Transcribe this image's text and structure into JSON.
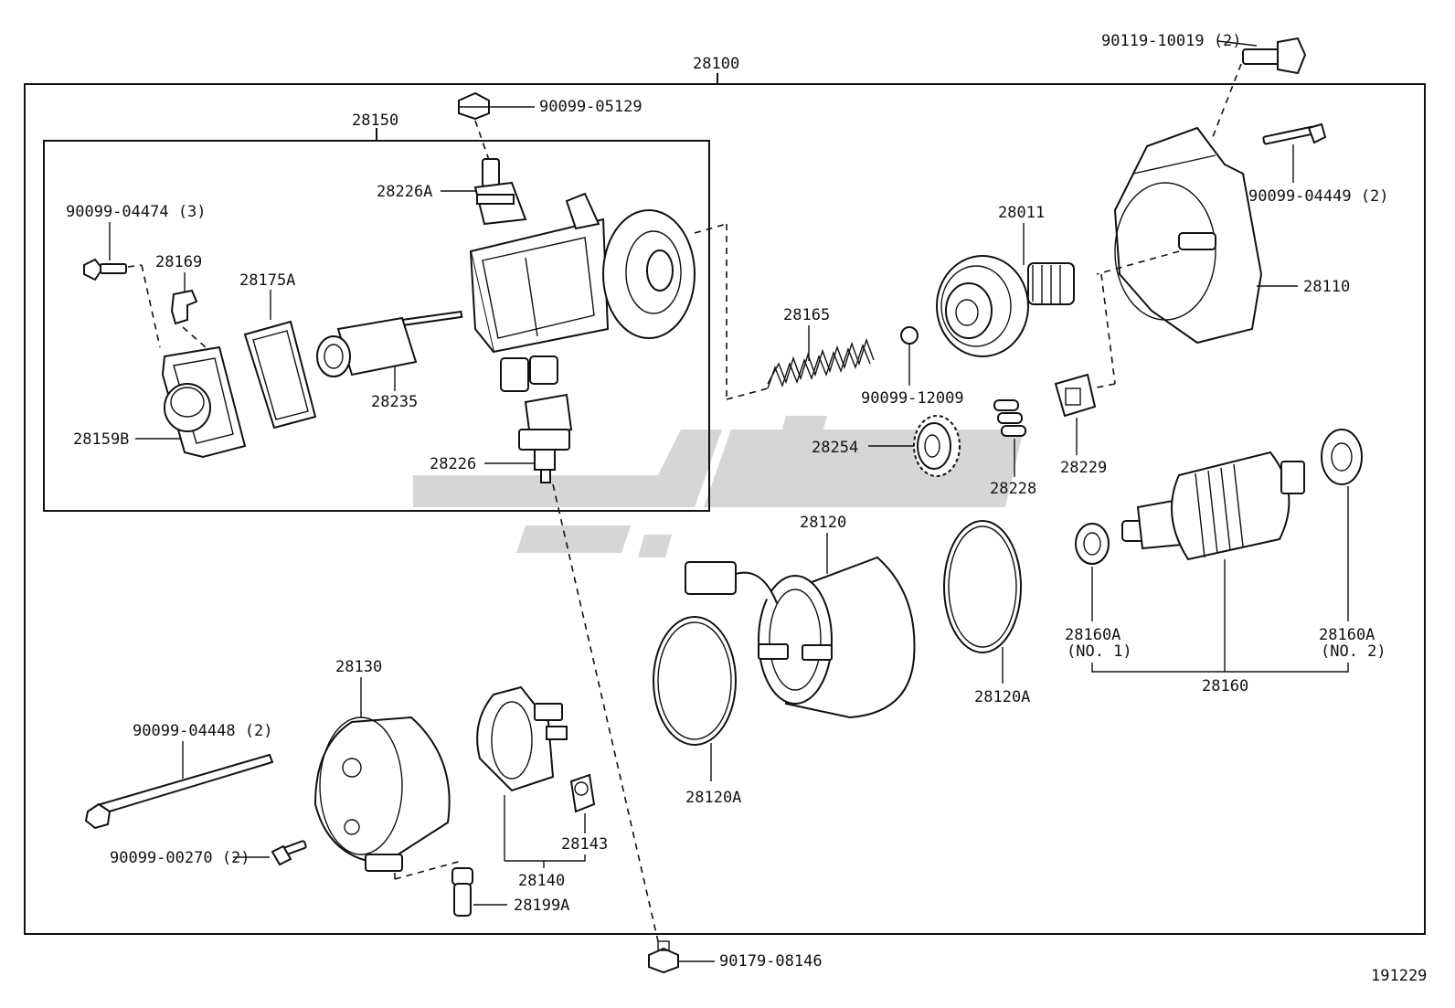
{
  "assembly": {
    "main": "28100",
    "solenoid_assy": "28150",
    "diagram_id": "191229"
  },
  "labels": {
    "l_90119_10019": "90119-10019 (2)",
    "l_90099_05129": "90099-05129",
    "l_28226A": "28226A",
    "l_90099_04474": "90099-04474 (3)",
    "l_28169": "28169",
    "l_28175A": "28175A",
    "l_28235": "28235",
    "l_28159B": "28159B",
    "l_28226": "28226",
    "l_28165": "28165",
    "l_90099_12009": "90099-12009",
    "l_28011": "28011",
    "l_90099_04449": "90099-04449 (2)",
    "l_28110": "28110",
    "l_28254": "28254",
    "l_28228": "28228",
    "l_28229": "28229",
    "l_28120": "28120",
    "l_28120A_right": "28120A",
    "l_28120A_left": "28120A",
    "l_28160A_1": "28160A",
    "l_28160A_1_note": "(NO. 1)",
    "l_28160A_2": "28160A",
    "l_28160A_2_note": "(NO. 2)",
    "l_28160": "28160",
    "l_28130": "28130",
    "l_90099_04448": "90099-04448 (2)",
    "l_90099_00270": "90099-00270 (2)",
    "l_28143": "28143",
    "l_28140": "28140",
    "l_28199A": "28199A",
    "l_90179_08146": "90179-08146"
  }
}
